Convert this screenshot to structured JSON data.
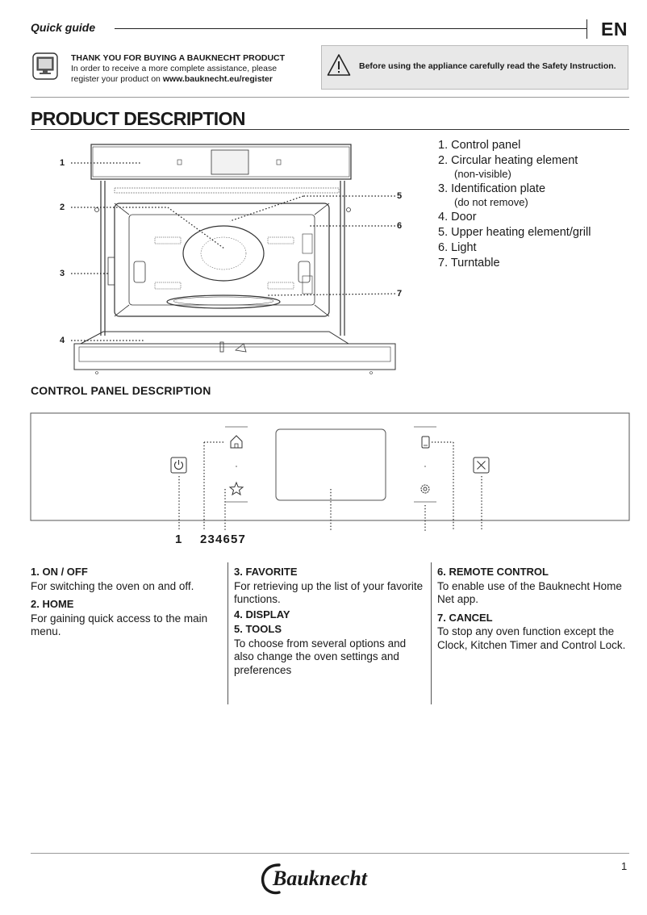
{
  "header": {
    "guide_label": "Quick guide",
    "language": "EN"
  },
  "registration": {
    "title": "THANK YOU FOR BUYING A BAUKNECHT PRODUCT",
    "line1": "In order to receive a more complete assistance, please",
    "line2_prefix": "register your product on ",
    "url": "www.bauknecht.eu/register"
  },
  "safety": {
    "text": "Before using the appliance carefully read the Safety Instruction."
  },
  "product_description": {
    "title": "PRODUCT DESCRIPTION",
    "parts": [
      {
        "label": "1. Control panel",
        "sub": ""
      },
      {
        "label": "2. Circular heating element",
        "sub": "(non-visible)"
      },
      {
        "label": "3. Identification plate",
        "sub": "(do not remove)"
      },
      {
        "label": "4. Door",
        "sub": ""
      },
      {
        "label": "5. Upper heating element/grill",
        "sub": ""
      },
      {
        "label": "6. Light",
        "sub": ""
      },
      {
        "label": "7. Turntable",
        "sub": ""
      }
    ],
    "callouts": [
      "1",
      "2",
      "3",
      "4",
      "5",
      "6",
      "7"
    ]
  },
  "control_panel": {
    "title": "CONTROL PANEL DESCRIPTION",
    "callout_first": "1",
    "callout_rest": "2 3 4 6 5 7",
    "items": [
      {
        "title": "1. ON / OFF",
        "desc": "For switching the oven on and off."
      },
      {
        "title": "2. HOME",
        "desc": "For gaining quick access to the main menu."
      },
      {
        "title": "3. FAVORITE",
        "desc": "For retrieving up the list of your favorite functions."
      },
      {
        "title": "4. DISPLAY",
        "desc": ""
      },
      {
        "title": "5. TOOLS",
        "desc": "To choose from several options and also change the oven settings and preferences"
      },
      {
        "title": "6. REMOTE CONTROL",
        "desc": "To enable use of the Bauknecht Home Net app."
      },
      {
        "title": "7. CANCEL",
        "desc": "To stop any oven function except the Clock, Kitchen Timer and Control Lock."
      }
    ]
  },
  "footer": {
    "brand": "Bauknecht",
    "page_number": "1"
  }
}
